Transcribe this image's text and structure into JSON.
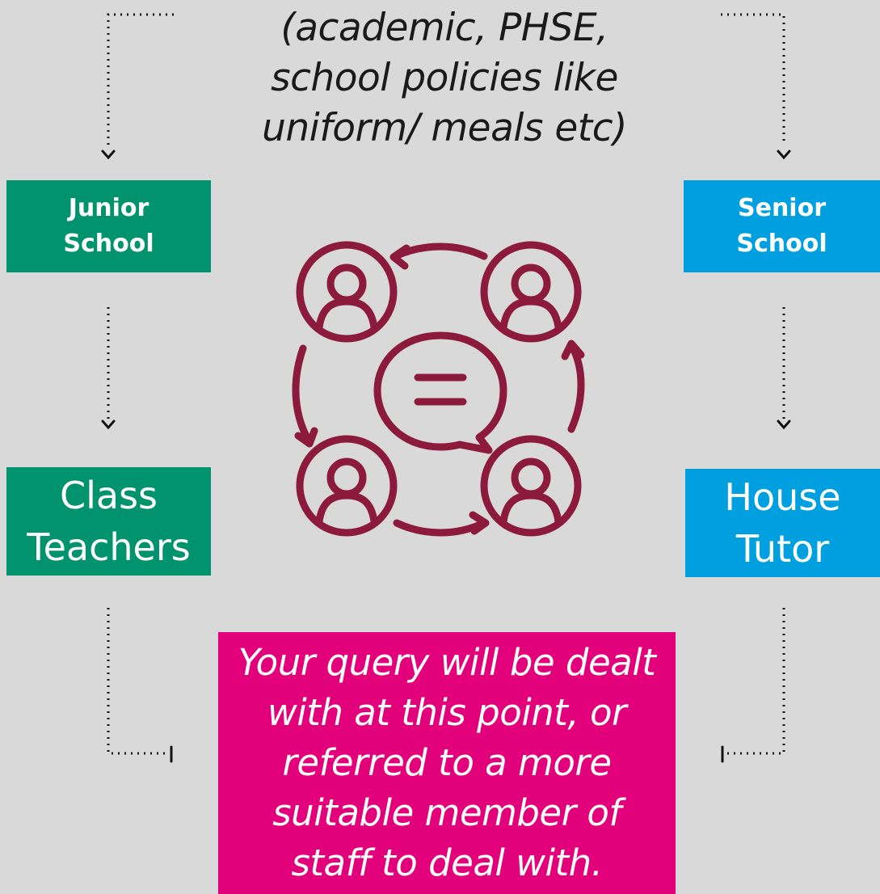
{
  "intro_text": "(academic, PHSE, school policies like uniform/ meals etc)",
  "junior": {
    "school_label": "Junior\nSchool",
    "contact_label": "Class\nTeachers",
    "color": "#00936e"
  },
  "senior": {
    "school_label": "Senior\nSchool",
    "contact_label": "House\nTutor",
    "color": "#009fe0"
  },
  "outcome_text": "Your query will be dealt with at this point, or referred to a more suitable member of staff to deal with.",
  "outcome_color": "#e3007b",
  "icon": {
    "name": "group-discussion-icon",
    "color": "#8b1a3c"
  },
  "background": "#d9d9d9"
}
